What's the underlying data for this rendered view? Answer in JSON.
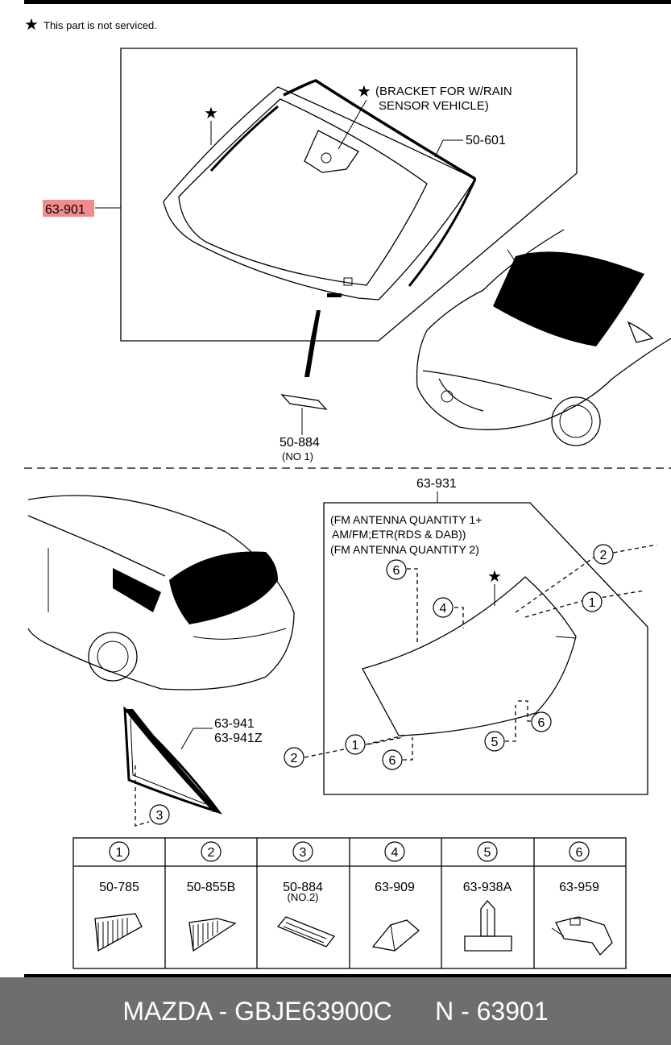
{
  "notice": "This part is not serviced.",
  "windshield": {
    "main_part": "63-901",
    "bracket_note_line1": "(BRACKET FOR W/RAIN",
    "bracket_note_line2": "SENSOR VEHICLE)",
    "molding": "50-601",
    "fastener": "50-884",
    "fastener_note": "(NO 1)"
  },
  "rear": {
    "glass_part": "63-931",
    "note_line1": "(FM ANTENNA QUANTITY 1+",
    "note_line2": "AM/FM;ETR(RDS & DAB))",
    "note_line3": "(FM ANTENNA QUANTITY 2)",
    "quarter_glass_1": "63-941",
    "quarter_glass_2": "63-941Z"
  },
  "callouts": {
    "c1": "1",
    "c2": "2",
    "c3": "3",
    "c4": "4",
    "c5": "5",
    "c6": "6"
  },
  "legend": [
    {
      "num": "1",
      "part": "50-785",
      "note": ""
    },
    {
      "num": "2",
      "part": "50-855B",
      "note": ""
    },
    {
      "num": "3",
      "part": "50-884",
      "note": "(NO.2)"
    },
    {
      "num": "4",
      "part": "63-909",
      "note": ""
    },
    {
      "num": "5",
      "part": "63-938A",
      "note": ""
    },
    {
      "num": "6",
      "part": "63-959",
      "note": ""
    }
  ],
  "footer": {
    "brand_part": "MAZDA - GBJE63900C",
    "ref": "N - 63901"
  },
  "colors": {
    "highlight": "#f28b8b",
    "footer_bg": "#6e6e6e"
  }
}
